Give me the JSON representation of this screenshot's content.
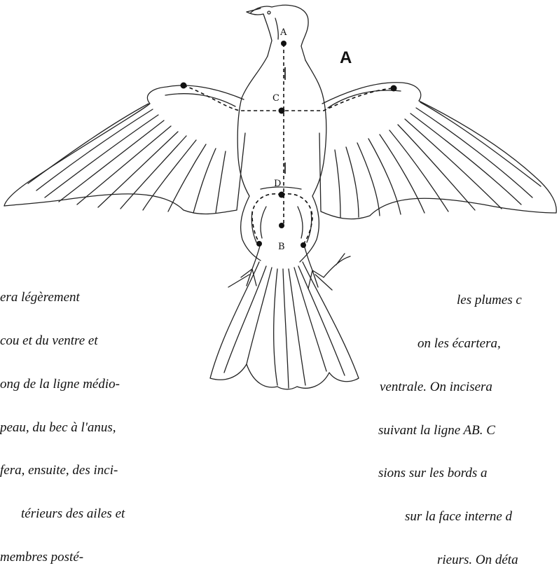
{
  "figure": {
    "panel_label": "A",
    "point_labels": {
      "a": "A",
      "b": "B",
      "c": "C",
      "d": "D"
    }
  },
  "text_left": {
    "lines": [
      "era légèrement",
      "cou et du ventre et",
      "ong de la ligne médio-",
      "peau, du bec à l'anus,",
      "fera, ensuite, des inci-",
      "térieurs des ailes et",
      "membres posté-"
    ]
  },
  "text_right": {
    "lines": [
      "les plumes c",
      "on les écartera,",
      "ventrale. On incisera",
      "suivant la ligne AB. C",
      "sions sur les bords a",
      "sur la face interne d",
      "rieurs. On déta"
    ]
  }
}
